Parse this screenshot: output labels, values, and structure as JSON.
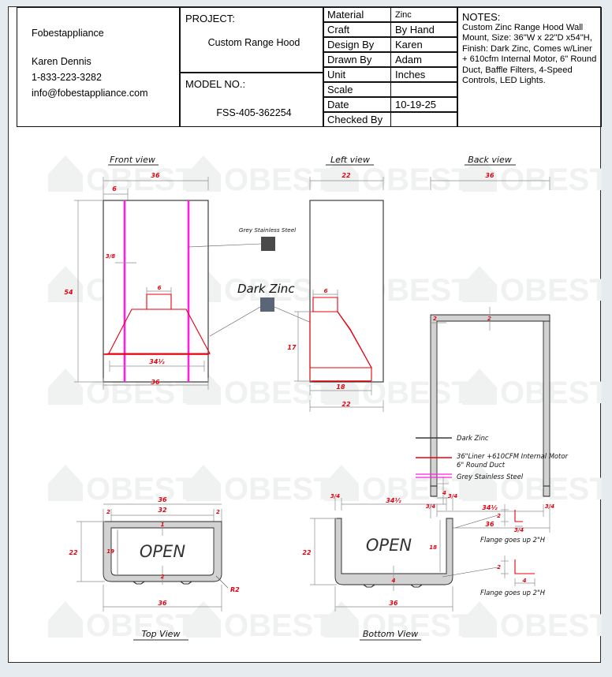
{
  "titleblock": {
    "company": {
      "name": "Fobestappliance",
      "contact": "Karen Dennis",
      "phone": "1-833-223-3282",
      "email": "info@fobestappliance.com"
    },
    "project_label": "PROJECT:",
    "project_value": "Custom Range Hood",
    "model_label": "MODEL NO.:",
    "model_value": "FSS-405-362254",
    "specs": [
      {
        "key": "Material",
        "value": "Zinc"
      },
      {
        "key": "Craft",
        "value": "By Hand"
      },
      {
        "key": "Design By",
        "value": "Karen"
      },
      {
        "key": "Drawn By",
        "value": "Adam"
      },
      {
        "key": "Unit",
        "value": "Inches"
      },
      {
        "key": "Scale",
        "value": ""
      },
      {
        "key": "Date",
        "value": "10-19-25"
      },
      {
        "key": "Checked By",
        "value": ""
      }
    ],
    "notes_label": "NOTES:",
    "notes_body": "Custom Zinc Range Hood Wall Mount, Size: 36\"W x 22\"D x54\"H, Finish: Dark Zinc, Comes w/Liner + 610cfm Internal Motor, 6\" Round Duct, Baffle Filters, 4-Speed Controls, LED Lights."
  },
  "views": {
    "front": {
      "title": "Front view",
      "dims": {
        "overall_width_top": "36",
        "offset_left": "6",
        "height": "54",
        "stainless_width": "3/8",
        "duct_width": "6",
        "hood_bottom_width": "34½",
        "overall_width_bottom": "36"
      }
    },
    "left": {
      "title": "Left view",
      "dims": {
        "depth_top": "22",
        "duct_depth": "6",
        "hood_height": "17",
        "hood_depth": "18",
        "depth_bottom": "22"
      }
    },
    "back": {
      "title": "Back view",
      "dims": {
        "width_top": "36",
        "flange_left": "2",
        "flange_top": "2",
        "notch": "4",
        "thickness_left": "3/4",
        "inner_width": "34½",
        "thickness_right": "3/4",
        "width_bottom": "36"
      }
    },
    "top": {
      "title": "Top View",
      "open_label": "OPEN",
      "dims": {
        "width_outer": "36",
        "width_inner": "32",
        "flange_left": "2",
        "flange_right": "2",
        "wall_top": "1",
        "depth": "22",
        "inner_depth": "19",
        "wall_bottom": "2",
        "width_bottom": "36",
        "radius": "R2"
      }
    },
    "bottom": {
      "title": "Bottom View",
      "open_label": "OPEN",
      "dims": {
        "left_thickness": "3/4",
        "inner_width": "34½",
        "right_thickness": "3/4",
        "depth": "22",
        "inner_depth": "18",
        "front_band": "4",
        "width_bottom": "36"
      },
      "callouts": [
        {
          "dim_a": "2",
          "dim_b": "3/4",
          "note": "Flange goes up 2\"H"
        },
        {
          "dim_a": "2",
          "dim_b": "4",
          "note": "Flange goes up 2\"H"
        }
      ]
    }
  },
  "material_callouts": {
    "grey_stainless": "Grey Stainless Steel",
    "dark_zinc": "Dark Zinc"
  },
  "legend": {
    "items": [
      {
        "label": "Dark Zinc",
        "color": "#3a3a3a",
        "style": "solid"
      },
      {
        "label": "36\"Liner +610CFM Internal Motor",
        "label2": "6\" Round Duct",
        "color": "#e8000d",
        "style": "solid"
      },
      {
        "label": "Grey Stainless Steel",
        "color": "#ff1fe0",
        "style": "double"
      }
    ]
  },
  "watermark": {
    "text": "OBEST"
  },
  "colors": {
    "red": "#e8000d",
    "magenta": "#ff1fe0",
    "dark": "#2b2b2b",
    "gray_fill": "#d2d2d2",
    "watermark": "#f0f2f2",
    "page_bg": "#e6ebef"
  }
}
